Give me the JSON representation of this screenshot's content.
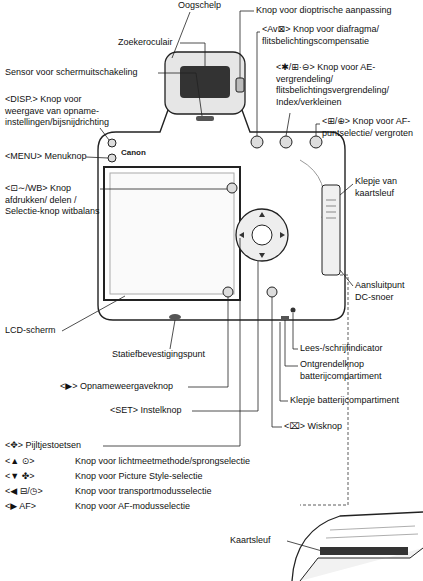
{
  "diagram": {
    "labels": [
      "Oogschelp",
      "Knop voor dioptrische aanpassing",
      "Zoekeroculair",
      "<Av⊠> Knop voor diafragma/ flitsbelichtingscompensatie",
      "Sensor voor schermuitschakeling",
      "<✱/⊞·⊖> Knop voor AE-vergrendeling/ flitsbelichtingsvergrendeling/ Index/verkleinen",
      "<DISP.> Knop voor weergave van opname-instellingen/bijsnijdrichting",
      "<⊞/⊕> Knop voor AF-puntselectie/ vergroten",
      "<MENU> Menuknop",
      "Canon",
      "<⊡∼/WB> Knop afdrukken/ delen / Selectie-knop witbalans",
      "Klepje van kaartsleuf",
      "Aansluitpunt DC-snoer",
      "LCD-scherm",
      "Statiefbevestigingspunt",
      "Lees-/schrijfindicator",
      "Ontgrendelknop batterijcompartiment",
      "<▶> Opnameweergaveknop",
      "Klepje batterijcompartiment",
      "<SET> Instelknop",
      "<⌧> Wisknop",
      "<✥> Pijltjestoetsen",
      "<▲ ⊙>",
      "Knop voor lichtmeetmethode/sprongselectie",
      "<▼ ✤>",
      "Knop voor Picture Style-selectie",
      "<◀ ⊟/◷>",
      "Knop voor transportmodusselectie",
      "<▶ AF>",
      "Knop voor AF-modusselectie",
      "Kaartsleuf"
    ]
  }
}
